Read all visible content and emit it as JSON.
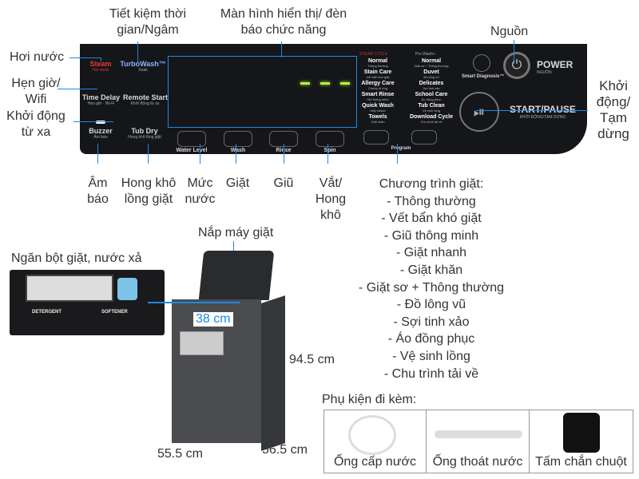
{
  "labels": {
    "turbo": "Tiết kiệm thời gian/Ngâm",
    "display": "Màn hình hiển thị/ đèn báo chức năng",
    "power": "Nguồn",
    "steam": "Hơi nước",
    "timer": "Hẹn giờ/ Wifi",
    "remote": "Khởi động từ xa",
    "start": "Khởi động/ Tạm dừng",
    "buzzer": "Âm báo",
    "tubdry": "Hong khô lồng giặt",
    "water": "Mức nước",
    "wash": "Giặt",
    "rinse": "Giũ",
    "spin": "Vắt/ Hong khô",
    "programs_title": "Chương trình giặt:",
    "programs": [
      "- Thông thường",
      "- Vết bẩn khó giặt",
      "- Giũ thông minh",
      "- Giặt nhanh",
      "- Giặt khăn",
      "- Giặt sơ + Thông thường",
      "- Đồ lông vũ",
      "- Sợi tinh xảo",
      "- Áo đồng phục",
      "- Vệ sinh lồng",
      "- Chu trình tải về"
    ],
    "lid": "Nắp máy giặt",
    "drawer": "Ngăn bột giặt, nước xả",
    "width_in": "38 cm",
    "height": "94.5 cm",
    "width": "55.5 cm",
    "depth": "56.5 cm",
    "accessories_title": "Phụ kiện đi kèm:",
    "accessories": [
      "Ống cấp nước",
      "Ống thoát nước",
      "Tấm chắn chuột"
    ]
  },
  "panel": {
    "steam": "Steam",
    "steam_sub": "Hơi nước",
    "turbo": "TurboWash™",
    "turbo_sub": "Soak",
    "time_delay": "Time Delay",
    "time_delay_sub": "Hẹn giờ · Wi-Fi",
    "remote_start": "Remote Start",
    "remote_start_sub": "Khởi động từ xa",
    "buzzer": "Buzzer",
    "buzzer_sub": "Âm báo",
    "tub_dry": "Tub Dry",
    "tub_dry_sub": "Hong khô lồng giặt",
    "water_level": "Water Level",
    "wash": "Wash",
    "rinse": "Rinse",
    "spin": "Spin",
    "steam_cycle": "STEAM CYCLE",
    "pre_wash": "Pre Wash+",
    "programs_left": [
      [
        "Normal",
        "Thông thường"
      ],
      [
        "Stain Care",
        "Vết bẩn khó giặt"
      ],
      [
        "Allergy Care",
        "Chống dị ứng"
      ],
      [
        "Smart Rinse",
        "Giũ thông minh"
      ],
      [
        "Quick Wash",
        "Giặt nhanh"
      ],
      [
        "Towels",
        "Giặt khăn"
      ]
    ],
    "programs_right": [
      [
        "Normal",
        "Giặt sơ + Thông thường"
      ],
      [
        "Duvet",
        "Đồ lông vũ"
      ],
      [
        "Delicates",
        "Sợi tinh xảo"
      ],
      [
        "School Care",
        "Áo đồng phục"
      ],
      [
        "Tub Clean",
        "Vệ sinh lồng"
      ],
      [
        "Download Cycle",
        "Chu trình tải về"
      ]
    ],
    "program": "Program",
    "smart_diagnosis": "Smart Diagnosis™",
    "power": "POWER",
    "power_sub": "NGUỒN",
    "start_pause": "START/PAUSE",
    "start_pause_sub": "KHỞI ĐỘNG/TẠM DỪNG",
    "drawer_detergent": "DETERGENT",
    "drawer_softener": "SOFTENER"
  },
  "colors": {
    "accent": "#1e88e5",
    "panel": "#151619",
    "display_led": "#b6f03a",
    "steam": "#e53935"
  }
}
